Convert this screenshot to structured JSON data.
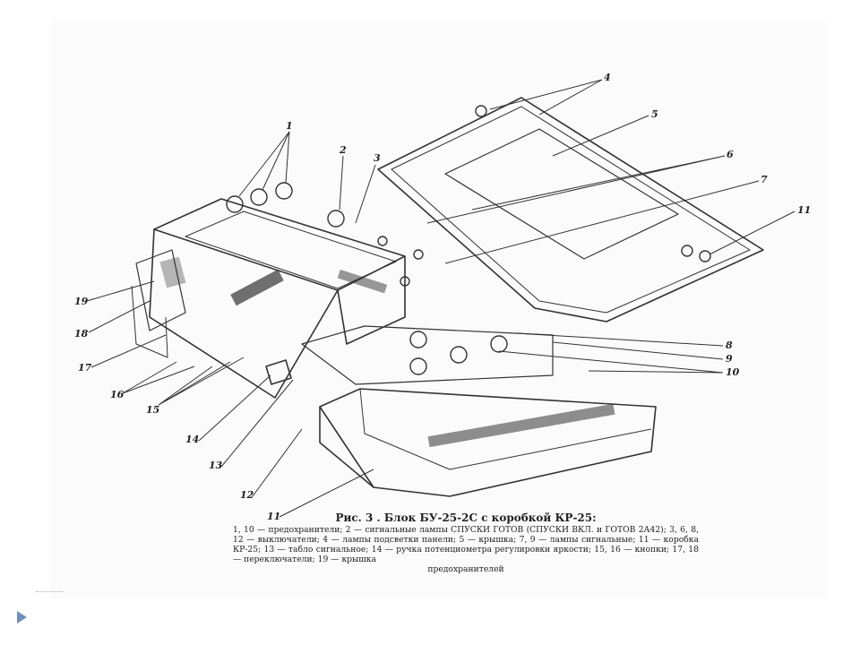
{
  "figure": {
    "callouts": [
      "1",
      "2",
      "3",
      "4",
      "5",
      "6",
      "7",
      "11",
      "8",
      "9",
      "10",
      "19",
      "18",
      "17",
      "16",
      "15",
      "14",
      "13",
      "12",
      "11"
    ],
    "caption": {
      "title": "Рис. 3 . Блок БУ-25-2С с коробкой КР-25:",
      "body": "1, 10 — предохранители; 2 — сигнальные лампы СПУСКИ ГОТОВ (СПУСКИ ВКЛ. и ГОТОВ 2А42); 3, 6, 8, 12 — выключатели; 4 — лампы подсветки панели; 5 — крышка; 7, 9 — лампы сигнальные; 11 — коробка КР-25; 13 — табло сигнальное; 14 — ручка потенциометра регулировки яркости; 15, 16 — кнопки; 17, 18 — переключатели; 19 — крышка",
      "tail": "предохранителей"
    }
  },
  "slide": {
    "bullet_icon": "triangle-bullet-icon",
    "bullet_color": "#6f8fb8"
  }
}
